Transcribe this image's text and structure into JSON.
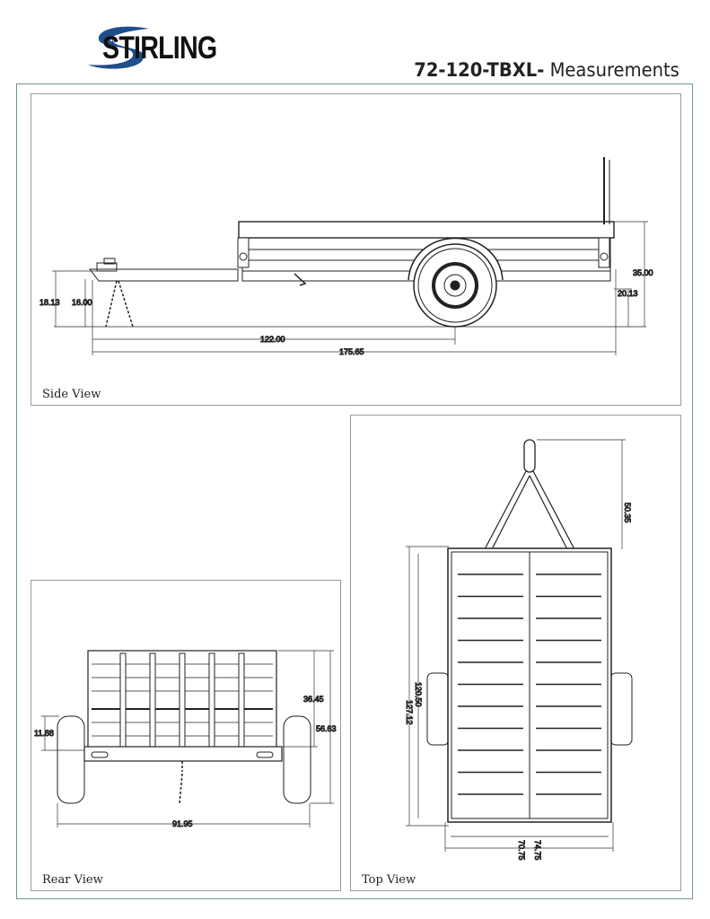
{
  "header": {
    "brand": "STIRLING",
    "model": "72-120-TBXL-",
    "title_suffix": " Measurements"
  },
  "views": {
    "side": {
      "label": "Side View",
      "dims": {
        "hitch_height": "18.13",
        "tongue_height": "16.00",
        "hitch_to_axle": "122.00",
        "overall_length": "175.65",
        "overall_height": "35.00",
        "deck_height": "20.13"
      }
    },
    "rear": {
      "label": "Rear View",
      "dims": {
        "gate_height": "36.45",
        "overall_height": "56.63",
        "fender_height": "11.88",
        "overall_width": "91.95"
      }
    },
    "top": {
      "label": "Top View",
      "dims": {
        "tongue_length": "50.35",
        "overall_bed_length": "127.12",
        "inner_bed_length": "120.50",
        "inner_width": "70.75",
        "outer_width": "74.75"
      }
    }
  },
  "colors": {
    "logo_blue": "#1f4e8c",
    "frame": "#6f9795",
    "dim_text": "#333333"
  }
}
